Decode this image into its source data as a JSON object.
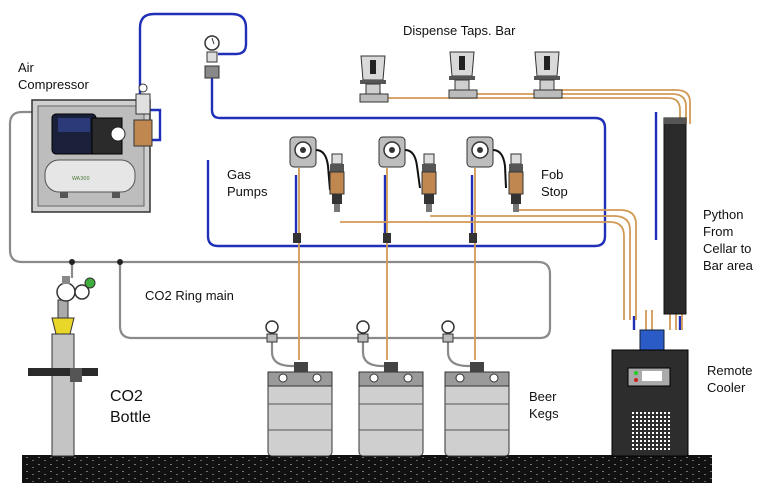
{
  "labels": {
    "air_compressor": "Air\nCompressor",
    "dispense_taps_bar": "Dispense Taps. Bar",
    "gas_pumps": "Gas\nPumps",
    "fob_stop": "Fob\nStop",
    "python": "Python\nFrom\nCellar to\nBar area",
    "co2_ring_main": "CO2 Ring main",
    "co2_bottle": "CO2\nBottle",
    "beer_kegs": "Beer\nKegs",
    "remote_cooler": "Remote\nCooler",
    "compressor_tank_text": "WA300"
  },
  "colors": {
    "air_line": "#1f2fb8",
    "co2_line": "#8a8a8a",
    "beer_line": "#d29a55",
    "floor": "#111111"
  }
}
